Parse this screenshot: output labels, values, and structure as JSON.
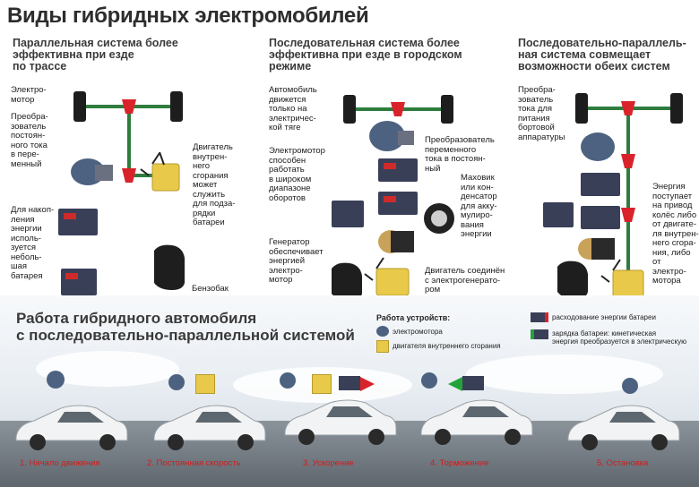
{
  "title": "Виды гибридных электромобилей",
  "columns": [
    {
      "heading": [
        "Параллельная система более",
        "эффективна при езде",
        "по трассе"
      ]
    },
    {
      "heading": [
        "Последовательная система более",
        "эффективна при езде в городском",
        "режиме"
      ]
    },
    {
      "heading": [
        "Последовательно-параллель-",
        "ная система совмещает",
        "возможности обеих систем"
      ]
    }
  ],
  "labels_parallel": {
    "motor": [
      "Электро-",
      "мотор"
    ],
    "converter": [
      "Преобра-",
      "зователь",
      "постоян-",
      "ного тока",
      "в пере-",
      "менный"
    ],
    "battery": [
      "Для накоп-",
      "ления",
      "энергии",
      "исполь-",
      "зуется",
      "неболь-",
      "шая",
      "батарея"
    ],
    "engine": [
      "Двигатель",
      "внутрен-",
      "него",
      "сгорания",
      "может",
      "служить",
      "для подза-",
      "рядки",
      "батареи"
    ],
    "tank": "Бензобак"
  },
  "labels_series": {
    "electric": [
      "Автомобиль",
      "движется",
      "только на",
      "электричес-",
      "кой тяге"
    ],
    "motor": [
      "Электромотор",
      "способен",
      "работать",
      "в широком",
      "диапазоне",
      "оборотов"
    ],
    "converter": [
      "Преобразователь",
      "переменного",
      "тока в постоян-",
      "ный"
    ],
    "flywheel": [
      "Маховик",
      "или кон-",
      "денсатор",
      "для акку-",
      "мулиро-",
      "вания",
      "энергии"
    ],
    "generator": [
      "Генератор",
      "обеспечивает",
      "энергией",
      "электро-",
      "мотор"
    ],
    "engine": [
      "Двигатель соединён",
      "с электрогенерато-",
      "ром"
    ]
  },
  "labels_sp": {
    "converter": [
      "Преобра-",
      "зователь",
      "тока для",
      "питания",
      "бортовой",
      "аппаратуры"
    ],
    "energy": [
      "Энергия",
      "поступает",
      "на привод",
      "колёс либо",
      "от двигате-",
      "ля внутрен-",
      "него сгора-",
      "ния, либо от",
      "электро-",
      "мотора"
    ]
  },
  "bottom": {
    "title": [
      "Работа гибридного автомобиля",
      "с последовательно-параллельной системой"
    ],
    "legend": {
      "heading": "Работа устройств:",
      "motor": "электромотора",
      "engine": "двигателя внутреннего сгорания",
      "battery_use": "расходование энергии батареи",
      "battery_charge": [
        "зарядка батареи: кинетическая",
        "энергия преобразуется в электрическую"
      ]
    },
    "stages": [
      "1. Начало движения",
      "2. Постоянная скорость",
      "3. Ускорение",
      "4. Торможение",
      "5. Остановка"
    ]
  },
  "colors": {
    "axle": "#2f7d3e",
    "diff": "#d9232a",
    "motor": "#4d6280",
    "engine": "#e8c94a",
    "battery": "#3a3f58",
    "stage_text": "#cc1f1f",
    "arrow_green": "#22a33a"
  }
}
